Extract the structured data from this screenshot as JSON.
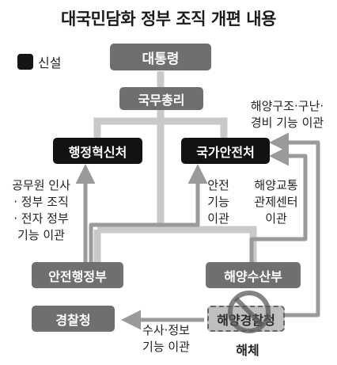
{
  "title": "대국민담화 정부 조직 개편 내용",
  "legend": {
    "label": "신설",
    "swatch_color": "#151515"
  },
  "nodes": {
    "president": "대통령",
    "prime_minister": "국무총리",
    "innovation": "행정혁신처",
    "national_safety": "국가안전처",
    "safety_admin": "안전행정부",
    "maritime": "해양수산부",
    "police": "경찰청",
    "coast_guard": "해양경찰청"
  },
  "notes": {
    "maritime_rescue": "해양구조·구난·\n경비 기능 이관",
    "personnel": "공무원 인사\n· 정부 조직\n· 전자 정부\n기능 이관",
    "safety": "안전\n기능\n이관",
    "traffic": "해양교통\n관제센터\n이관",
    "investigation": "수사·정보\n기능 이관",
    "dissolution": "해체"
  },
  "colors": {
    "existing": "#6f6f6f",
    "new": "#121212",
    "dissolved": "#bfbfbf",
    "connector": "#c9c9c9",
    "arrow": "#9a9a9a"
  }
}
